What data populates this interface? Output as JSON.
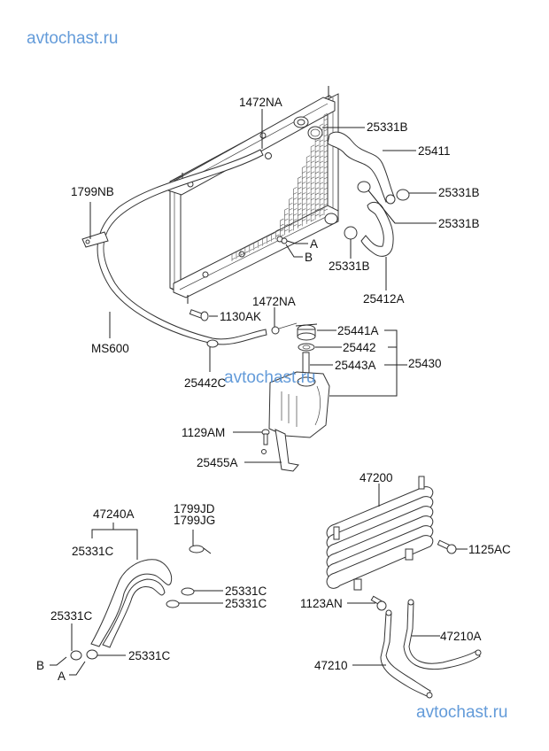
{
  "watermarks": [
    "avtochast.ru",
    "avtochast.ru",
    "avtochast.ru"
  ],
  "diagram": {
    "subject": "Radiator, reservoir tank and oil cooler assembly",
    "labels": {
      "p1472NA_top": "1472NA",
      "p25331B_1": "25331B",
      "p25411": "25411",
      "p25331B_2": "25331B",
      "p25331B_3": "25331B",
      "p25331B_4": "25331B",
      "p25412A": "25412A",
      "p1799NB": "1799NB",
      "refA_top": "A",
      "refB_top": "B",
      "p1472NA_mid": "1472NA",
      "p1130AK": "1130AK",
      "pMS600": "MS600",
      "p25441A": "25441A",
      "p25442": "25442",
      "p25443A": "25443A",
      "p25430": "25430",
      "p25442C": "25442C",
      "p1129AM": "1129AM",
      "p25455A": "25455A",
      "p47200": "47200",
      "p1125AC": "1125AC",
      "p1123AN": "1123AN",
      "p47210A": "47210A",
      "p47210": "47210",
      "p47240A": "47240A",
      "p25331C_top": "25331C",
      "p1799JD": "1799JD",
      "p1799JG": "1799JG",
      "p25331C_r1": "25331C",
      "p25331C_r2": "25331C",
      "p25331C_left": "25331C",
      "p25331C_bottom": "25331C",
      "refB_bottom": "B",
      "refA_bottom": "A"
    }
  },
  "colors": {
    "watermark": "#5b96d8",
    "line": "#222222",
    "background": "#ffffff"
  }
}
